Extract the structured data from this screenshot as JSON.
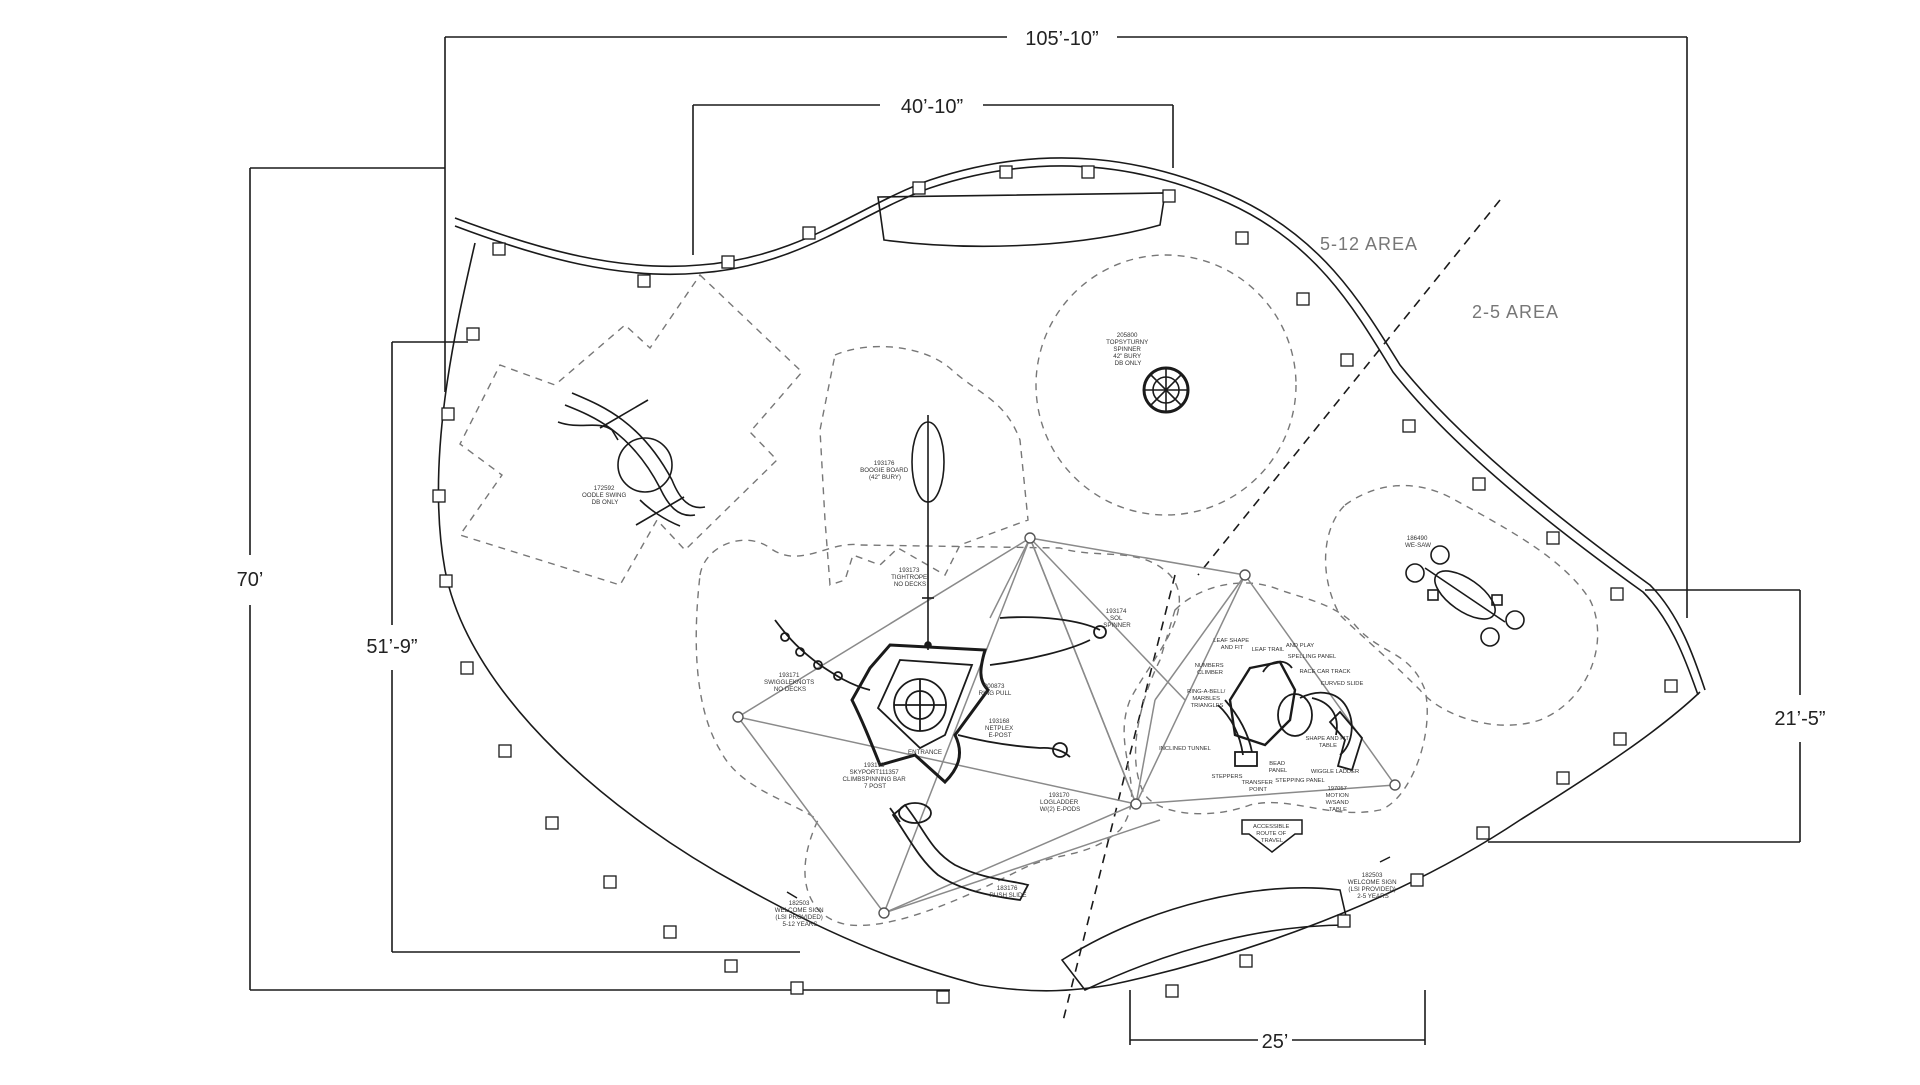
{
  "dimensions": {
    "overall_width": "105’-10”",
    "structure_width": "40’-10”",
    "overall_height": "70’",
    "left_height": "51’-9”",
    "right_height": "21’-5”",
    "bottom_width": "25’"
  },
  "areas": {
    "older": "5-12 AREA",
    "younger": "2-5 AREA"
  },
  "equipment": {
    "oodle_swing": [
      "172592",
      "OODLE SWING",
      "DB ONLY"
    ],
    "boogie_board": [
      "193176",
      "BOOGIE BOARD",
      "(42\" BURY)"
    ],
    "topsyturny": [
      "205800",
      "TOPSYTURNY",
      "SPINNER",
      "42\" BURY",
      "DB ONLY"
    ],
    "we_saw": [
      "186490",
      "WE-SAW"
    ],
    "tightrope": [
      "193173",
      "TIGHTROPE",
      "NO DECKS"
    ],
    "sol_spinner": [
      "193174",
      "SOL",
      "SPINNER"
    ],
    "squigglesknots": [
      "193171",
      "SWIGGLEKNOTS",
      "NO DECKS"
    ],
    "ring_pull": [
      "200873",
      "RING PULL"
    ],
    "netplex": [
      "193168",
      "NETPLEX",
      "E-POST"
    ],
    "skyport": [
      "193175",
      "SKYPORT111357",
      "CLIMBSPINNING BAR",
      "7 POST"
    ],
    "entrance": [
      "ENTRANCE"
    ],
    "loglader": [
      "193170",
      "LOGLADDER",
      "W/(2) E-PODS"
    ],
    "rush_slide": [
      "183176",
      "RUSH SLIDE"
    ],
    "welcome_left": [
      "182503",
      "WELCOME SIGN",
      "(LSI PROVIDED)",
      "5-12 YEARS"
    ],
    "welcome_right": [
      "182503",
      "WELCOME SIGN",
      "(LSI PROVIDED)",
      "2-5 YEARS"
    ],
    "leaf_shape": [
      "LEAF SHAPE",
      "AND FIT"
    ],
    "leaf_trail": [
      "LEAF TRAIL"
    ],
    "and_play": [
      "AND PLAY"
    ],
    "spelling_panel": [
      "SPELLING PANEL"
    ],
    "numbers_climber": [
      "NUMBERS",
      "CLIMBER"
    ],
    "race_car": [
      "RACE CAR TRACK"
    ],
    "curved_slide": [
      "CURVED SLIDE"
    ],
    "ring_a_bell": [
      "RING-A-BELL/",
      "MARBLES",
      "TRIANGLES"
    ],
    "inclined_tunnel": [
      "INCLINED TUNNEL"
    ],
    "shape_fit": [
      "SHAPE AND FIT",
      "TABLE"
    ],
    "bead_panel": [
      "BEAD",
      "PANEL"
    ],
    "wiggle_ladder": [
      "WIGGLE LADDER"
    ],
    "steppers": [
      "STEPPERS"
    ],
    "transfer_point": [
      "TRANSFER",
      "POINT"
    ],
    "stepping_panel": [
      "STEPPING PANEL"
    ],
    "motion_table": [
      "197057",
      "MOTION",
      "W/SAND",
      "TABLE"
    ],
    "accessible_route": [
      "ACCESSIBLE",
      "ROUTE OF",
      "TRAVEL"
    ]
  },
  "colors": {
    "line": "#1a1a1a",
    "dashed_zone": "#777777",
    "cable": "#8a8a8a",
    "area_text": "#777777"
  }
}
